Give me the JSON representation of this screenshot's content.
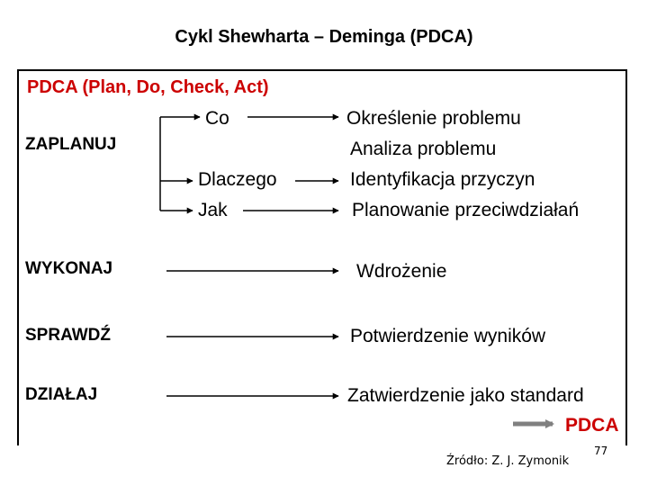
{
  "title": "Cykl Shewharta – Deminga (PDCA)",
  "subtitle": "PDCA  (Plan, Do, Check, Act)",
  "phases": {
    "plan": "ZAPLANUJ",
    "do": "WYKONAJ",
    "check": "SPRAWDŹ",
    "act": "DZIAŁAJ"
  },
  "questions": [
    "Co",
    "Dlaczego",
    "Jak"
  ],
  "actions": {
    "plan": [
      "Określenie problemu",
      "Analiza problemu",
      "Identyfikacja przyczyn",
      "Planowanie przeciwdziałań"
    ],
    "do": "Wdrożenie",
    "check": "Potwierdzenie wyników",
    "act": "Zatwierdzenie jako standard"
  },
  "loop_label": "PDCA",
  "source": "Źródło: Z. J. Zymonik",
  "page_number": "77",
  "colors": {
    "accent": "#cc0000",
    "arrow_gray": "#808080"
  }
}
